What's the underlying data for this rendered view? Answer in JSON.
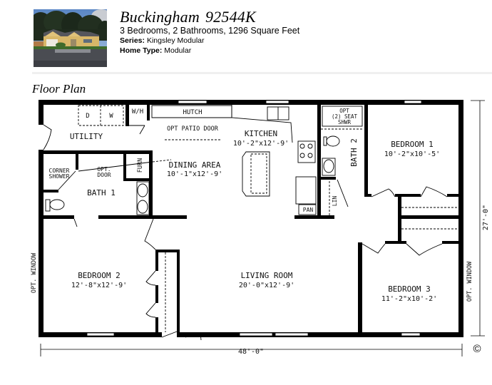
{
  "home": {
    "name": "Buckingham",
    "model": "92544K",
    "summary": "3 Bedrooms, 2 Bathrooms, 1296 Square Feet",
    "series_label": "Series:",
    "series_value": "Kingsley Modular",
    "type_label": "Home Type:",
    "type_value": "Modular"
  },
  "section_title": "Floor Plan",
  "floor_plan": {
    "rooms": [
      {
        "id": "utility",
        "name": "UTILITY",
        "dims": ""
      },
      {
        "id": "bath1",
        "name": "BATH 1",
        "dims": ""
      },
      {
        "id": "dining",
        "name": "DINING AREA",
        "dims": "10'-1\"x12'-9'"
      },
      {
        "id": "kitchen",
        "name": "KITCHEN",
        "dims": "10'-2\"x12'-9'"
      },
      {
        "id": "bath2",
        "name": "BATH 2",
        "dims": ""
      },
      {
        "id": "bedroom1",
        "name": "BEDROOM 1",
        "dims": "10'-2\"x10'-5'"
      },
      {
        "id": "bedroom2",
        "name": "BEDROOM 2",
        "dims": "12'-8\"x12'-9'"
      },
      {
        "id": "living",
        "name": "LIVING ROOM",
        "dims": "20'-0\"x12'-9'"
      },
      {
        "id": "bedroom3",
        "name": "BEDROOM 3",
        "dims": "11'-2\"x10'-2'"
      }
    ],
    "fixtures": {
      "dryer": "D",
      "washer": "W",
      "water_heater": "W/H",
      "hutch": "HUTCH",
      "patio_door": "OPT PATIO DOOR",
      "corner_shower_1": "CORNER",
      "corner_shower_2": "SHOWER",
      "opt_door_1": "OPT.",
      "opt_door_2": "DOOR",
      "furnace": "FURN",
      "pantry": "PAN",
      "linen": "LIN",
      "seat_shower_1": "OPT",
      "seat_shower_2": "(2) SEAT",
      "seat_shower_3": "SHWR",
      "opt_window_left": "OPT. WINDOW",
      "opt_window_right": "OPT. WINDOW"
    },
    "dimensions": {
      "width": "48'-0\"",
      "depth": "27'-0\""
    },
    "copyright": "©"
  }
}
